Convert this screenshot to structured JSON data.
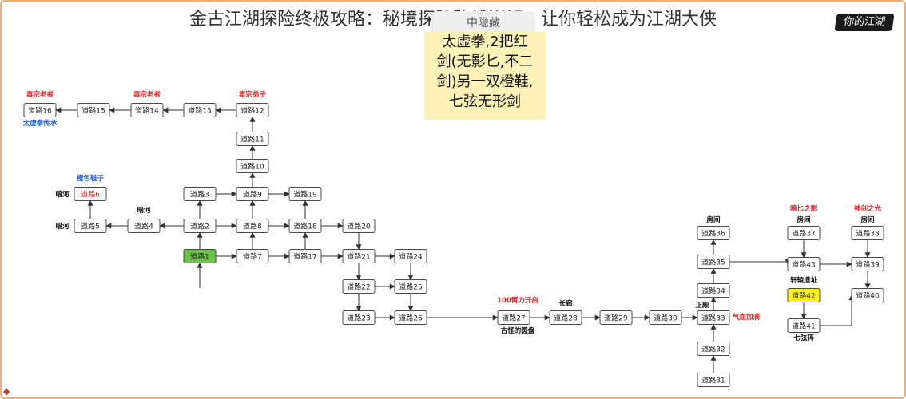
{
  "title": "金古江湖探险终极攻略：秘境探险路线详解，让你轻松成为江湖大侠",
  "logo_text": "你的江湖",
  "callout": {
    "header": "中隐藏",
    "lines": [
      "太虚拳,2把红",
      "剑(无影匕,不二",
      "剑)另一双橙鞋,",
      "七弦无形剑"
    ]
  },
  "colors": {
    "start": "#6cc24a",
    "special": "#ffee22",
    "red": "#e02020",
    "blue": "#1f5fd6",
    "black": "#111111"
  },
  "nodes": [
    {
      "id": "n1",
      "label": "道路1",
      "style": "start"
    },
    {
      "id": "n2",
      "label": "道路2"
    },
    {
      "id": "n3",
      "label": "道路3"
    },
    {
      "id": "n4",
      "label": "道路4"
    },
    {
      "id": "n5",
      "label": "道路5"
    },
    {
      "id": "n6",
      "label": "道路6",
      "style": "red-text"
    },
    {
      "id": "n7",
      "label": "道路7"
    },
    {
      "id": "n8",
      "label": "道路8"
    },
    {
      "id": "n9",
      "label": "道路9"
    },
    {
      "id": "n10",
      "label": "道路10"
    },
    {
      "id": "n11",
      "label": "道路11"
    },
    {
      "id": "n12",
      "label": "道路12"
    },
    {
      "id": "n13",
      "label": "道路13"
    },
    {
      "id": "n14",
      "label": "道路14"
    },
    {
      "id": "n15",
      "label": "道路15"
    },
    {
      "id": "n16",
      "label": "道路16"
    },
    {
      "id": "n17",
      "label": "道路17"
    },
    {
      "id": "n18",
      "label": "道路18"
    },
    {
      "id": "n19",
      "label": "道路19"
    },
    {
      "id": "n20",
      "label": "道路20"
    },
    {
      "id": "n21",
      "label": "道路21"
    },
    {
      "id": "n22",
      "label": "道路22"
    },
    {
      "id": "n23",
      "label": "道路23"
    },
    {
      "id": "n24",
      "label": "道路24"
    },
    {
      "id": "n25",
      "label": "道路25"
    },
    {
      "id": "n26",
      "label": "道路26"
    },
    {
      "id": "n27",
      "label": "道路27"
    },
    {
      "id": "n28",
      "label": "道路28"
    },
    {
      "id": "n29",
      "label": "道路29"
    },
    {
      "id": "n30",
      "label": "道路30"
    },
    {
      "id": "n31",
      "label": "道路31"
    },
    {
      "id": "n32",
      "label": "道路32"
    },
    {
      "id": "n33",
      "label": "道路33"
    },
    {
      "id": "n34",
      "label": "道路34"
    },
    {
      "id": "n35",
      "label": "道路35"
    },
    {
      "id": "n36",
      "label": "道路36"
    },
    {
      "id": "n37",
      "label": "道路37"
    },
    {
      "id": "n38",
      "label": "道路38"
    },
    {
      "id": "n39",
      "label": "道路39"
    },
    {
      "id": "n40",
      "label": "道路40"
    },
    {
      "id": "n41",
      "label": "道路41"
    },
    {
      "id": "n42",
      "label": "道路42",
      "style": "special"
    },
    {
      "id": "n43",
      "label": "道路43"
    }
  ],
  "labels": [
    {
      "id": "l1",
      "text": "毒宗老者",
      "color": "red"
    },
    {
      "id": "l2",
      "text": "毒宗老者",
      "color": "red"
    },
    {
      "id": "l3",
      "text": "毒宗弟子",
      "color": "red"
    },
    {
      "id": "l4",
      "text": "太虚拳传承",
      "color": "blue"
    },
    {
      "id": "l5",
      "text": "橙色鞋子",
      "color": "blue"
    },
    {
      "id": "l6",
      "text": "暗河",
      "color": "black"
    },
    {
      "id": "l7",
      "text": "暗河",
      "color": "black"
    },
    {
      "id": "l8",
      "text": "暗河",
      "color": "black"
    },
    {
      "id": "l9",
      "text": "100臂力开启",
      "color": "red"
    },
    {
      "id": "l10",
      "text": "古怪的圆盘",
      "color": "black"
    },
    {
      "id": "l11",
      "text": "长廊",
      "color": "black"
    },
    {
      "id": "l12",
      "text": "正殿",
      "color": "black"
    },
    {
      "id": "l13",
      "text": "气血加满",
      "color": "red"
    },
    {
      "id": "l14",
      "text": "房间",
      "color": "black"
    },
    {
      "id": "l15",
      "text": "房间",
      "color": "black"
    },
    {
      "id": "l16",
      "text": "房间",
      "color": "black"
    },
    {
      "id": "l17",
      "text": "暗匕之影",
      "color": "red"
    },
    {
      "id": "l18",
      "text": "神剑之光",
      "color": "red"
    },
    {
      "id": "l19",
      "text": "轩辕遗址",
      "color": "black"
    },
    {
      "id": "l20",
      "text": "七弦阵",
      "color": "black"
    }
  ]
}
